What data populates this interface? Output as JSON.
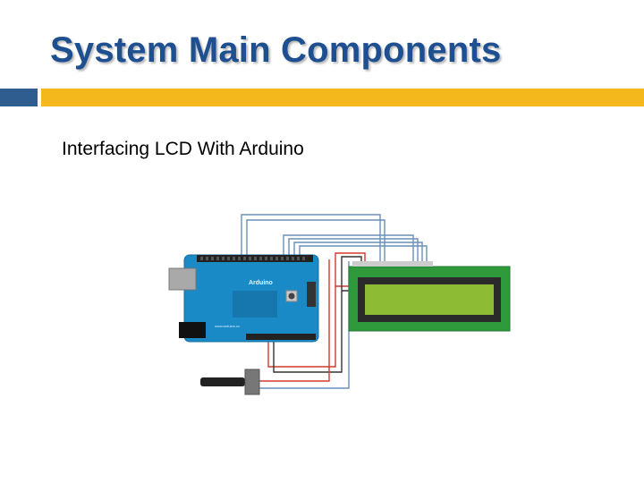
{
  "slide": {
    "title": "System Main Components",
    "bullet": "Interfacing LCD With Arduino"
  },
  "diagram": {
    "board_label": "Arduino",
    "board_sublabel": "www.arduino.cc",
    "colors": {
      "title": "#1d4f91",
      "accent_blue": "#2f5d8f",
      "accent_gold": "#f4b81c",
      "board": "#1a8ac7",
      "lcd_pcb": "#2e9a3c",
      "lcd_screen": "#8dbb34",
      "wire_blue": "#6a8fb8",
      "wire_red": "#d23a2c",
      "wire_black": "#333333"
    }
  }
}
